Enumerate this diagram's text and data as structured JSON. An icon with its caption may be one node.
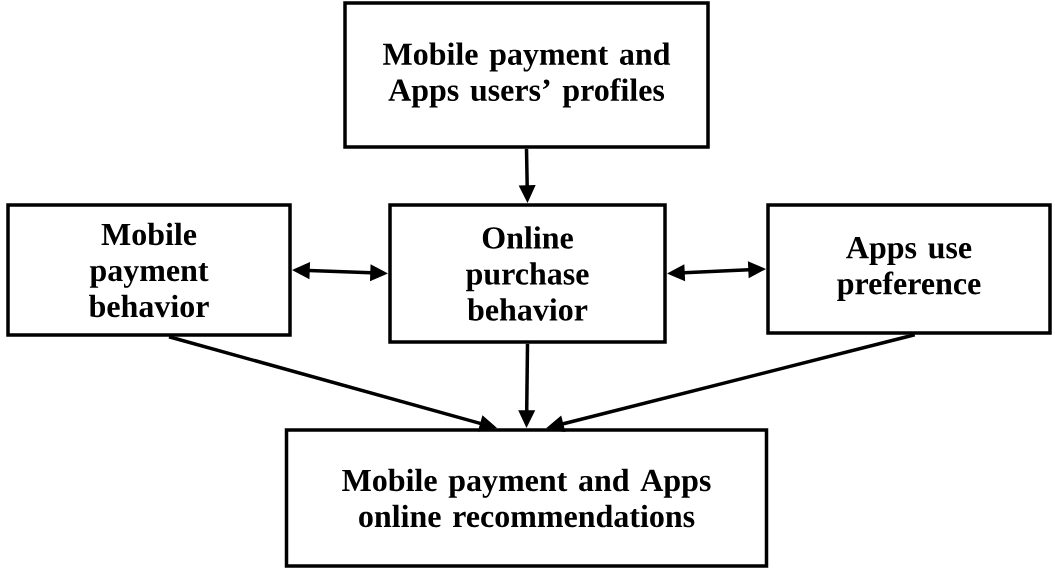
{
  "diagram": {
    "nodes": [
      {
        "text": [
          "Mobile payment and Apps users’ profiles"
        ]
      },
      {
        "text": [
          "Mobile payment behavior"
        ]
      },
      {
        "text": [
          "Online purchase behavior"
        ]
      },
      {
        "text": [
          "Apps use preference"
        ]
      },
      {
        "text": [
          "Mobile payment and Apps online recommendations"
        ]
      }
    ],
    "edges": [
      {
        "from": 0,
        "to": 2,
        "arrow": "to"
      },
      {
        "from": 1,
        "to": 2,
        "arrow": "both"
      },
      {
        "from": 2,
        "to": 3,
        "arrow": "both"
      },
      {
        "from": 1,
        "to": 4,
        "arrow": "to"
      },
      {
        "from": 2,
        "to": 4,
        "arrow": "to"
      },
      {
        "from": 3,
        "to": 4,
        "arrow": "to"
      }
    ]
  }
}
